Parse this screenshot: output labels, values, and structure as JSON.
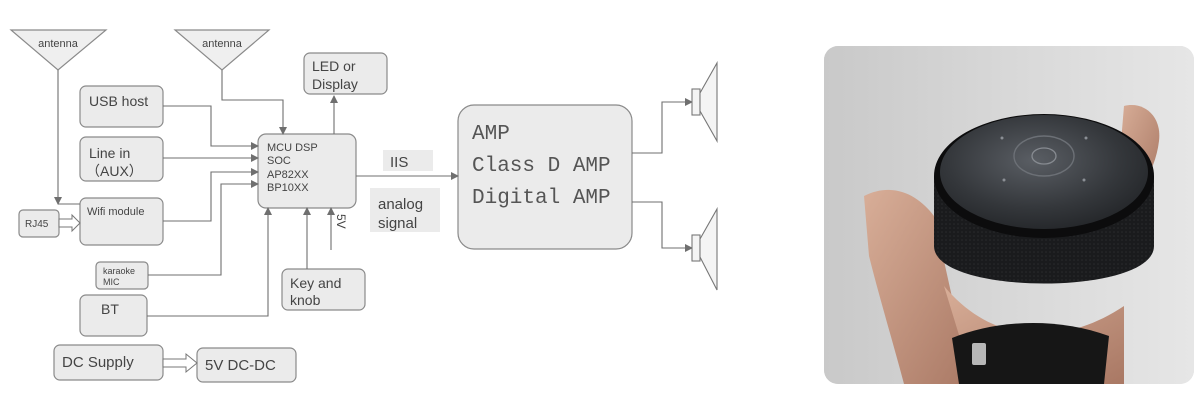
{
  "diagram": {
    "antenna_left": "antenna",
    "antenna_right": "antenna",
    "led": [
      "LED or",
      "Display"
    ],
    "usb_host": "USB host",
    "line_in": [
      "Line in",
      "（AUX）"
    ],
    "rj45": "RJ45",
    "wifi": "Wifi module",
    "karaoke": [
      "karaoke",
      "MIC"
    ],
    "bt": "BT",
    "dc_supply": "DC Supply",
    "dcdc": "5V DC-DC",
    "mcu": [
      "MCU DSP",
      "SOC",
      "AP82XX",
      "BP10XX"
    ],
    "v5": "5V",
    "key": [
      "Key and",
      "knob"
    ],
    "iis": "IIS",
    "analog": [
      "analog",
      "signal"
    ],
    "amp": [
      "AMP",
      "Class D AMP",
      "Digital AMP"
    ]
  },
  "photo": {
    "subject": "hand-holding-round-speaker",
    "colors": {
      "speaker_body": "#1b1b1d",
      "top_glass": "#3a3c40",
      "skin": "#c79a86",
      "watch_band": "#161616"
    }
  }
}
